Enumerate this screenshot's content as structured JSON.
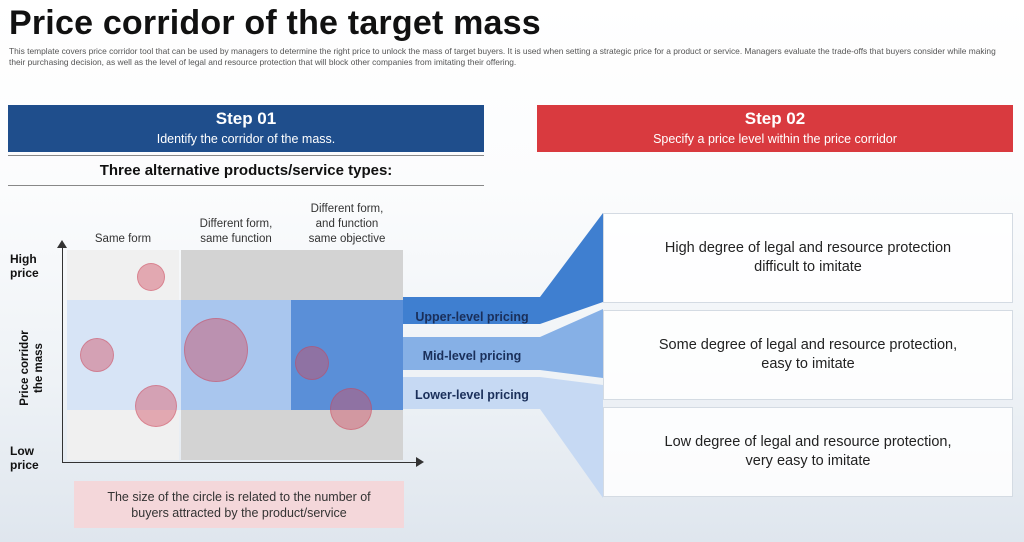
{
  "header": {
    "title": "Price corridor of the target mass",
    "subtitle": "This template covers price corridor tool that can be used by managers to determine the right price to unlock the mass of target buyers. It is used when setting a strategic price for a product or service. Managers evaluate the trade-offs that buyers consider while making their purchasing decision, as well as the level of legal and resource protection that will block other companies from imitating their offering."
  },
  "step1": {
    "heading": "Step 01",
    "text": "Identify  the corridor of the mass."
  },
  "step2": {
    "heading": "Step 02",
    "text": "Specify a price level within the price corridor"
  },
  "types_heading": "Three alternative products/service types:",
  "columns": [
    {
      "line1": "Same form"
    },
    {
      "line1": "Different form,",
      "line2": "same function"
    },
    {
      "line1": "Different form,",
      "line2": "and function",
      "line3": "same objective"
    }
  ],
  "y_axis": {
    "high_line1": "High",
    "high_line2": "price",
    "low_line1": "Low",
    "low_line2": "price",
    "label_line1": "Price corridor",
    "label_line2": "the mass"
  },
  "pricing_levels": [
    {
      "label": "Upper-level pricing",
      "protection_line1": "High degree of legal and resource  protection",
      "protection_line2": "difficult to imitate"
    },
    {
      "label": "Mid-level  pricing",
      "protection_line1": "Some degree of legal and resource protection,",
      "protection_line2": "easy to imitate"
    },
    {
      "label": "Lower-level pricing",
      "protection_line1": "Low degree of legal and resource protection,",
      "protection_line2": "very easy to imitate"
    }
  ],
  "note": {
    "line1": "The size of the circle is related to the number of",
    "line2": "buyers attracted by the product/service"
  },
  "colors": {
    "step1": "#1f4e8c",
    "step2": "#d93a3f",
    "corridor_band": "#a9c6ee",
    "upper_fan": "#3f7fd0",
    "mid_fan": "#86b0e6",
    "lower_fan": "#c6d9f3",
    "circle": "#d0506480",
    "note_bg": "#f4d7da"
  }
}
